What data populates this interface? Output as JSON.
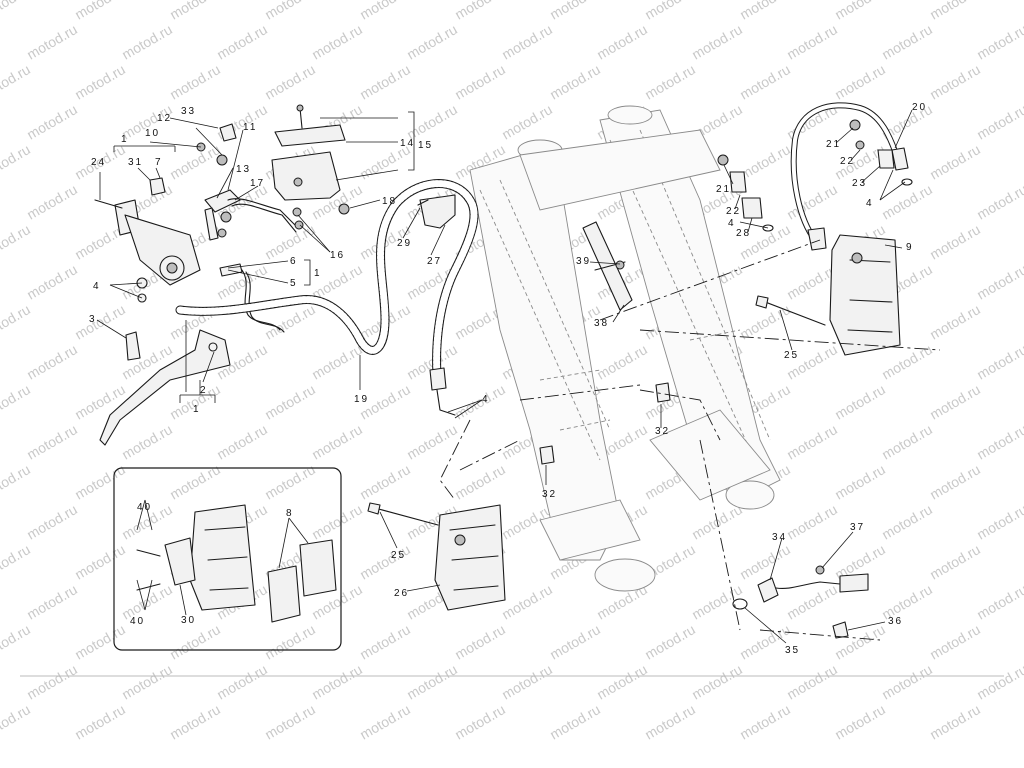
{
  "watermark": {
    "text": "motod.ru"
  },
  "callouts": {
    "c1a": "1",
    "c1b": "1",
    "c1c": "1",
    "c2": "2",
    "c3": "3",
    "c4a": "4",
    "c4b": "4",
    "c4c": "4",
    "c4d": "4",
    "c5": "5",
    "c6": "6",
    "c7": "7",
    "c8": "8",
    "c9": "9",
    "c10": "10",
    "c11": "11",
    "c12": "12",
    "c13": "13",
    "c14": "14",
    "c15": "15",
    "c16": "16",
    "c17": "17",
    "c18": "18",
    "c19": "19",
    "c20": "20",
    "c21a": "21",
    "c21b": "21",
    "c22a": "22",
    "c22b": "22",
    "c23": "23",
    "c24": "24",
    "c25a": "25",
    "c25b": "25",
    "c26": "26",
    "c27": "27",
    "c28": "28",
    "c29": "29",
    "c30": "30",
    "c31": "31",
    "c32a": "32",
    "c32b": "32",
    "c33": "33",
    "c34": "34",
    "c35": "35",
    "c36": "36",
    "c37": "37",
    "c38": "38",
    "c39": "39",
    "c40a": "40",
    "c40b": "40"
  },
  "colors": {
    "line": "#1a1a1a",
    "ghost": "#8a8a8a",
    "watermark": "#c9c9c9"
  }
}
